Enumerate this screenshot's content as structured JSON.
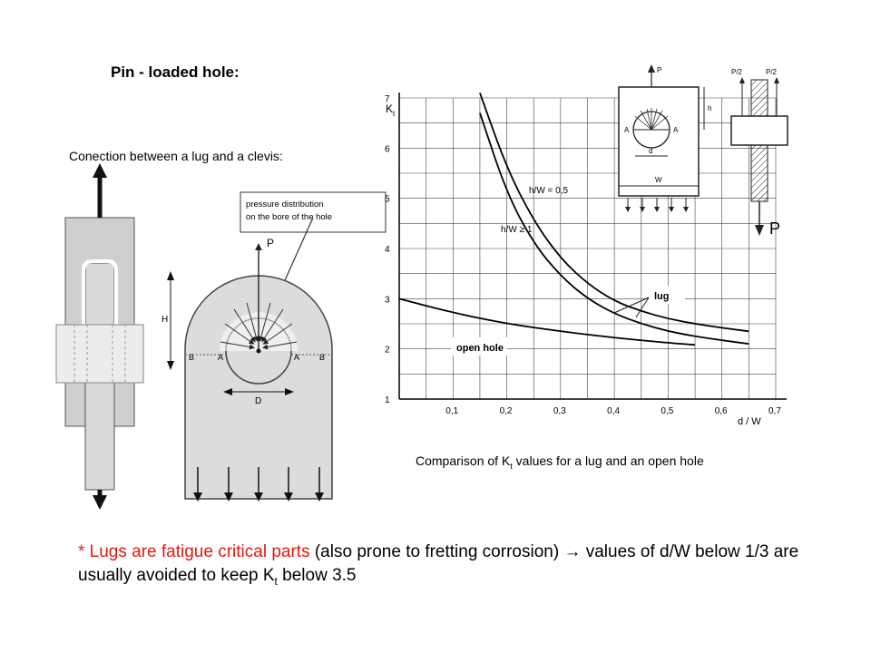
{
  "title": "Pin - loaded hole:",
  "connection_label": "Conection between a lug and a clevis:",
  "caption": {
    "prefix": "Comparison of K",
    "sub": "t",
    "suffix": " values for a lug and an open hole"
  },
  "note": {
    "red": "* Lugs are fatigue critical parts",
    "text1": " (also prone to fretting corrosion) ",
    "arrow": "→",
    "text2": " values of d/W below 1/3 are usually avoided to keep K",
    "sub": "t",
    "text3": " below 3.5"
  },
  "lug_diagram": {
    "pressure_label_1": "pressure distribution",
    "pressure_label_2": "on the bore of the hole",
    "load_label": "P",
    "height_label": "H",
    "diameter_label": "D",
    "point_a": "A",
    "point_b": "B"
  },
  "small_diagrams": {
    "load": "P",
    "half_load": "P/2",
    "height": "h",
    "diameter": "d",
    "width": "W",
    "point_a": "A"
  },
  "chart_data": {
    "type": "line",
    "ylabel": "K",
    "ylabel_sub": "t",
    "xlabel": "d / W",
    "xlim": [
      0,
      0.7
    ],
    "ylim": [
      1,
      7
    ],
    "x_ticks": [
      "0,1",
      "0,2",
      "0,3",
      "0,4",
      "0,5",
      "0,6",
      "0,7"
    ],
    "y_ticks": [
      "1",
      "2",
      "3",
      "4",
      "5",
      "6",
      "7"
    ],
    "grid": true,
    "series": [
      {
        "name": "h/W = 0,5",
        "x": [
          0.15,
          0.2,
          0.25,
          0.3,
          0.35,
          0.4,
          0.45,
          0.5,
          0.55,
          0.6,
          0.65
        ],
        "y": [
          7.1,
          5.6,
          4.55,
          3.8,
          3.3,
          2.95,
          2.75,
          2.6,
          2.5,
          2.42,
          2.35
        ]
      },
      {
        "name": "h/W ≥ 1",
        "x": [
          0.15,
          0.2,
          0.25,
          0.3,
          0.35,
          0.4,
          0.45,
          0.5,
          0.55,
          0.6,
          0.65
        ],
        "y": [
          6.7,
          5.1,
          4.1,
          3.45,
          3.0,
          2.7,
          2.5,
          2.35,
          2.25,
          2.17,
          2.1
        ]
      },
      {
        "name": "open hole",
        "x": [
          0,
          0.1,
          0.2,
          0.3,
          0.4,
          0.5,
          0.55
        ],
        "y": [
          3.0,
          2.72,
          2.5,
          2.35,
          2.22,
          2.12,
          2.08
        ]
      }
    ],
    "annotations": [
      "h/W = 0,5",
      "h/W ≥ 1",
      "lug",
      "open hole"
    ]
  }
}
